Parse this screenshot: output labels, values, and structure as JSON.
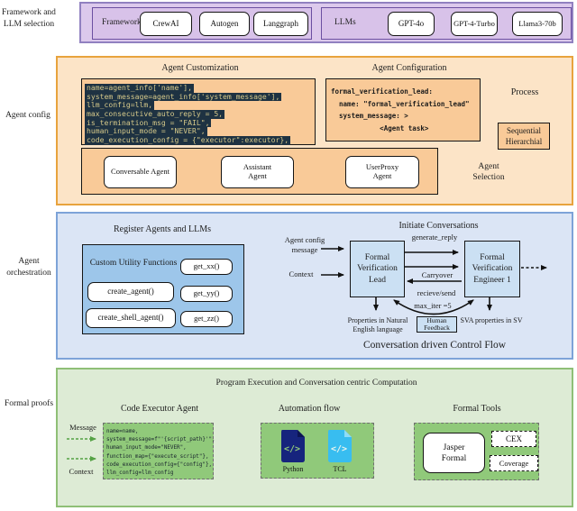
{
  "side_labels": {
    "framework_llm": "Framework and LLM selection",
    "agent_config": "Agent config",
    "agent_orchestration": "Agent orchestration",
    "formal_proofs": "Formal proofs"
  },
  "framework_llm_row": {
    "frameworks": {
      "label": "Frameworks",
      "items": [
        "CrewAI",
        "Autogen",
        "Langgraph"
      ]
    },
    "llms": {
      "label": "LLMs",
      "items": [
        "GPT-4o",
        "GPT-4-Turbo",
        "Llama3-70b"
      ]
    }
  },
  "agent_config": {
    "customization": {
      "title": "Agent Customization",
      "code_lines": [
        "name=agent_info['name'],",
        "system_message=agent_info['system_message'],",
        "llm_config=llm,",
        "max_consecutive_auto_reply = 5,",
        "is_termination_msg = \"FAIL\",",
        "human_input_mode = \"NEVER\",",
        "code_execution_config = {\"executor\":executor},"
      ]
    },
    "configuration": {
      "title": "Agent Configuration",
      "code_lines": [
        "formal_verification_lead:",
        "  name: \"formal_verification_lead\"",
        "  system_message: >",
        "            <Agent task>"
      ]
    },
    "process": {
      "label": "Process",
      "mode": "Sequential Hierarchial"
    },
    "agent_types": [
      "Conversable Agent",
      "Assistant Agent",
      "UserProxy Agent"
    ],
    "selection_label": "Agent Selection"
  },
  "orchestration": {
    "register": {
      "title": "Register Agents and LLMs",
      "group_label": "Custom Utility Functions",
      "functions_left": [
        "create_agent()",
        "create_shell_agent()"
      ],
      "functions_right": [
        "get_xx()",
        "get_yy()",
        "get_zz()"
      ]
    },
    "conversations": {
      "title": "Initiate Conversations",
      "inputs": [
        "Agent config message",
        "Context"
      ],
      "lead_box": "Formal Verification Lead",
      "engineer_box": "Formal Verification Engineer 1",
      "arrow_labels": {
        "generate_reply": "generate_reply",
        "carryover": "Carryover",
        "receive_send": "recieve/send",
        "max_iter": "max_iter =5"
      },
      "human_feedback_box": "Human Feedback",
      "lead_output": "Properties in Natural English language",
      "engineer_output": "SVA properties in SV",
      "caption": "Conversation driven Control Flow"
    }
  },
  "formal_proofs": {
    "section_title": "Program Execution and Conversation centric Computation",
    "code_executor": {
      "title": "Code Executor Agent",
      "input_labels": [
        "Message",
        "Context"
      ],
      "code_lines": [
        "name=name,",
        "system_message=f\"'{script_path}'\",",
        "human_input_mode=\"NEVER\",",
        "function_map={\"execute_script\"},",
        "code_execution_config={\"config\"},",
        "llm_config=llm_config"
      ]
    },
    "automation": {
      "title": "Automation flow",
      "files": [
        "Python",
        "TCL"
      ],
      "file_glyph": "</>"
    },
    "tools": {
      "title": "Formal Tools",
      "main_tool": "Jasper Formal",
      "outputs": [
        "CEX",
        "Coverage"
      ]
    }
  },
  "colors": {
    "purple_fill": "#dcc9ec",
    "purple_inner": "#d8c2e9",
    "purple_border": "#9181c0",
    "orange_fill": "#fce4c7",
    "orange_inner": "#f9ca98",
    "orange_border": "#e8a33d",
    "blue_fill": "#dbe5f5",
    "blue_inner": "#9dc6ea",
    "blue_node": "#cbe0f3",
    "blue_border": "#7da3d8",
    "green_fill": "#ddebd5",
    "green_inner": "#90c97a",
    "green_border": "#8fbf76",
    "code_bg": "#1e3242",
    "code_text": "#d6c98a",
    "python_icon": "#16247d",
    "tcl_icon": "#38bdf0",
    "arrow": "#111111",
    "green_arrow": "#55a245"
  }
}
